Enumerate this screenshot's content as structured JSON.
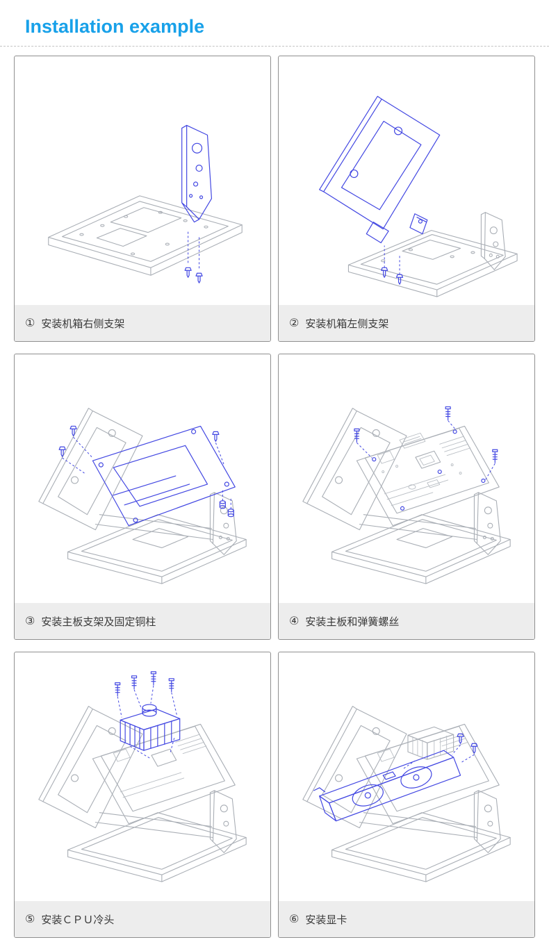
{
  "page": {
    "title": "Installation example"
  },
  "colors": {
    "title_accent": "#18a1e9",
    "highlight_part_blue": "#4247e2",
    "line_gray": "#a9aeb5",
    "caption_bar_bg": "#ededed"
  },
  "steps": [
    {
      "number": "①",
      "label": "安装机箱右侧支架"
    },
    {
      "number": "②",
      "label": "安装机箱左侧支架"
    },
    {
      "number": "③",
      "label": "安装主板支架及固定铜柱"
    },
    {
      "number": "④",
      "label": "安装主板和弹簧螺丝"
    },
    {
      "number": "⑤",
      "label": "安装ＣＰＵ冷头"
    },
    {
      "number": "⑥",
      "label": "安装显卡"
    }
  ]
}
